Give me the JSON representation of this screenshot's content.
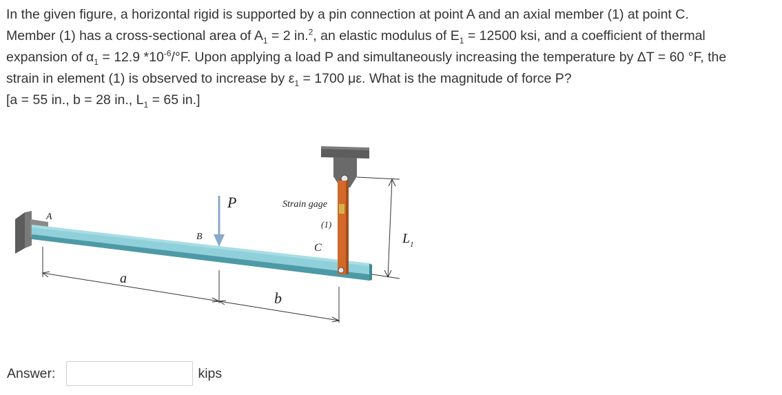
{
  "question": {
    "line1": "In the given figure, a horizontal rigid is supported by a pin connection at point A and an axial member (1) at point C.",
    "line2_pre": "Member (1) has a cross-sectional area of A",
    "line2_sub": "1",
    "line2_mid": " = 2 in.",
    "line2_sup": "2",
    "line2_post": ", an elastic modulus of E",
    "line2_sub2": "1",
    "line2_end": " = 12500 ksi, and a coefficient of thermal",
    "line3_pre": "expansion of α",
    "line3_sub": "1",
    "line3_mid": " = 12.9 *10",
    "line3_sup": "-6",
    "line3_end": "/°F. Upon applying a load P and simultaneously increasing the temperature by ΔT = 60 °F, the",
    "line4_pre": "strain in element (1) is observed to increase by ε",
    "line4_sub": "1",
    "line4_end": " = 1700 με. What is the magnitude of force P?",
    "line5_pre": "[a = 55 in., b = 28 in., L",
    "line5_sub": "1",
    "line5_end": " = 65 in.]"
  },
  "figure": {
    "label_A": "A",
    "label_B": "B",
    "label_C": "C",
    "label_P": "P",
    "label_a": "a",
    "label_b": "b",
    "label_L1": "L",
    "label_L1_sub": "1",
    "label_strain_gage": "Strain gage",
    "label_member": "(1)",
    "colors": {
      "beam": "#6fb8c4",
      "member": "#d2692a",
      "gage": "#d4b24a",
      "support": "#6f6f6f",
      "arrow": "#8aa8c8"
    }
  },
  "answer": {
    "label": "Answer:",
    "value": "",
    "unit": "kips"
  }
}
